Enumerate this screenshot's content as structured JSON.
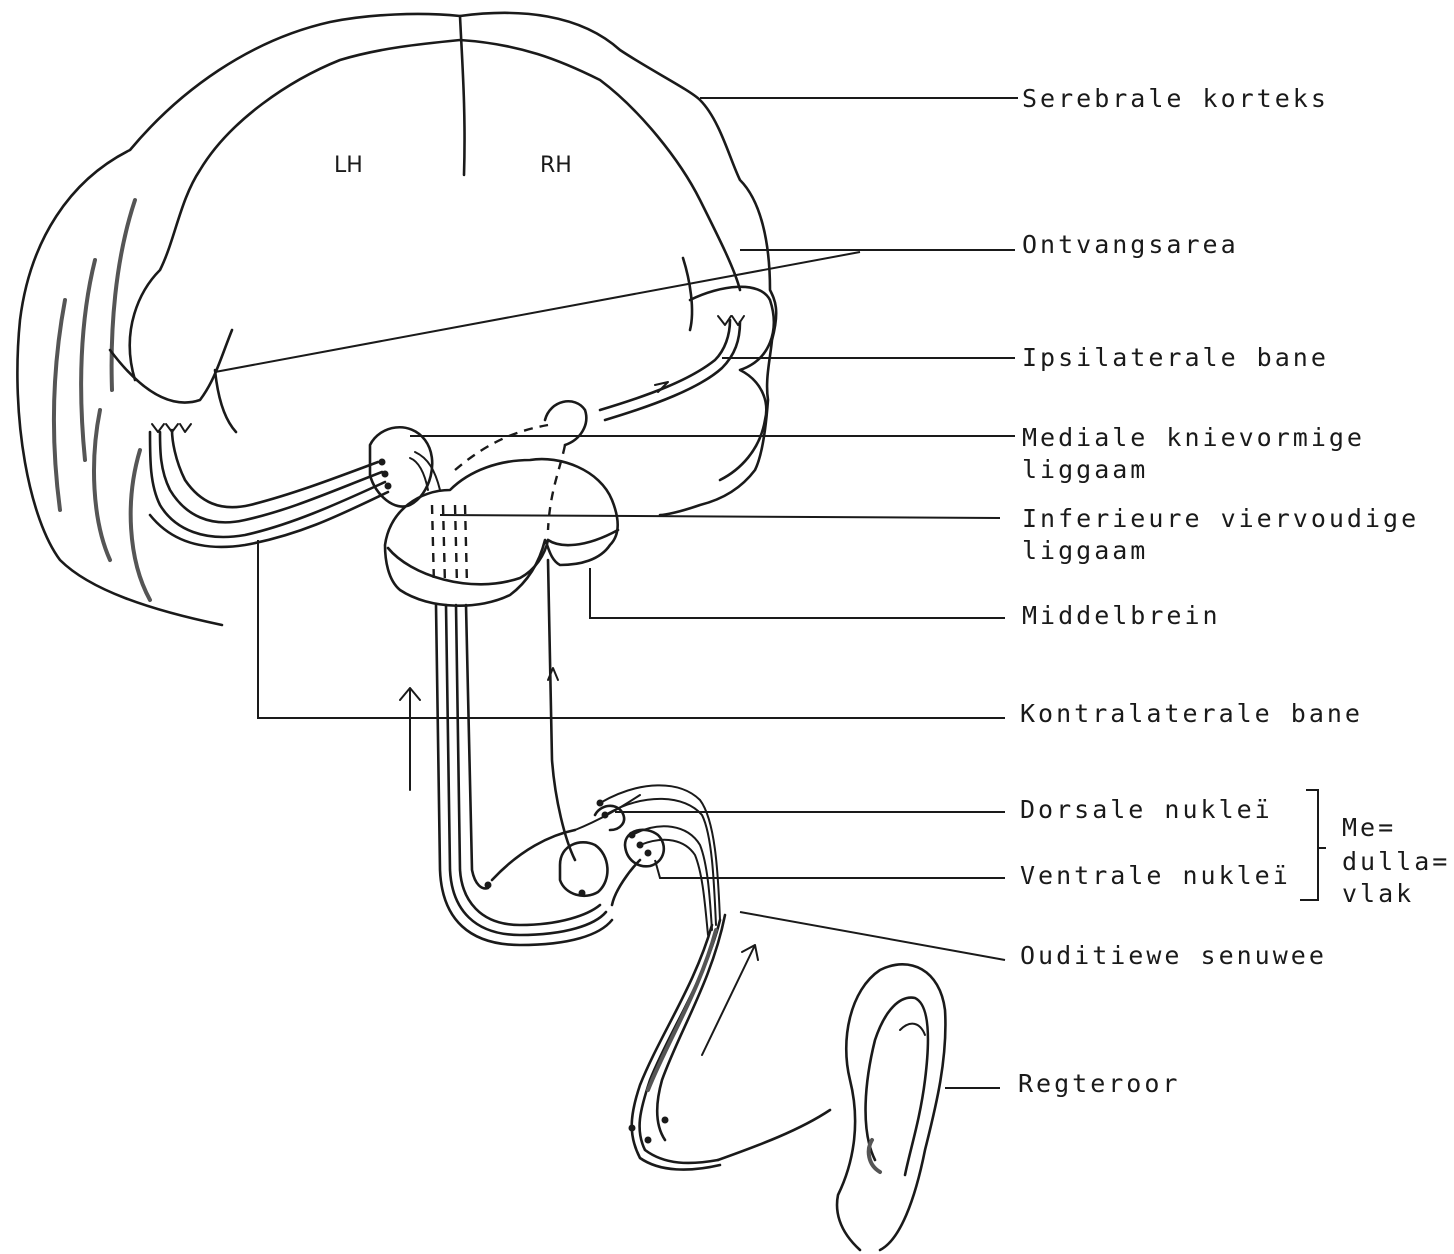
{
  "hemispheres": {
    "left": "LH",
    "right": "RH"
  },
  "labels": {
    "cortex": "Serebrale korteks",
    "receiving_area": "Ontvangsarea",
    "ipsilateral": "Ipsilaterale bane",
    "mgb_line1": "Mediale knievormige",
    "mgb_line2": "liggaam",
    "ic_line1": "Inferieure viervoudige",
    "ic_line2": "liggaam",
    "midbrain": "Middelbrein",
    "contralateral": "Kontralaterale bane",
    "dorsal": "Dorsale nukleï",
    "ventral": "Ventrale nukleï",
    "auditory_nerve": "Ouditiewe senuwee",
    "right_ear": "Regteroor"
  },
  "medulla": {
    "line1": "Me=",
    "line2": "dulla=",
    "line3": "vlak"
  }
}
